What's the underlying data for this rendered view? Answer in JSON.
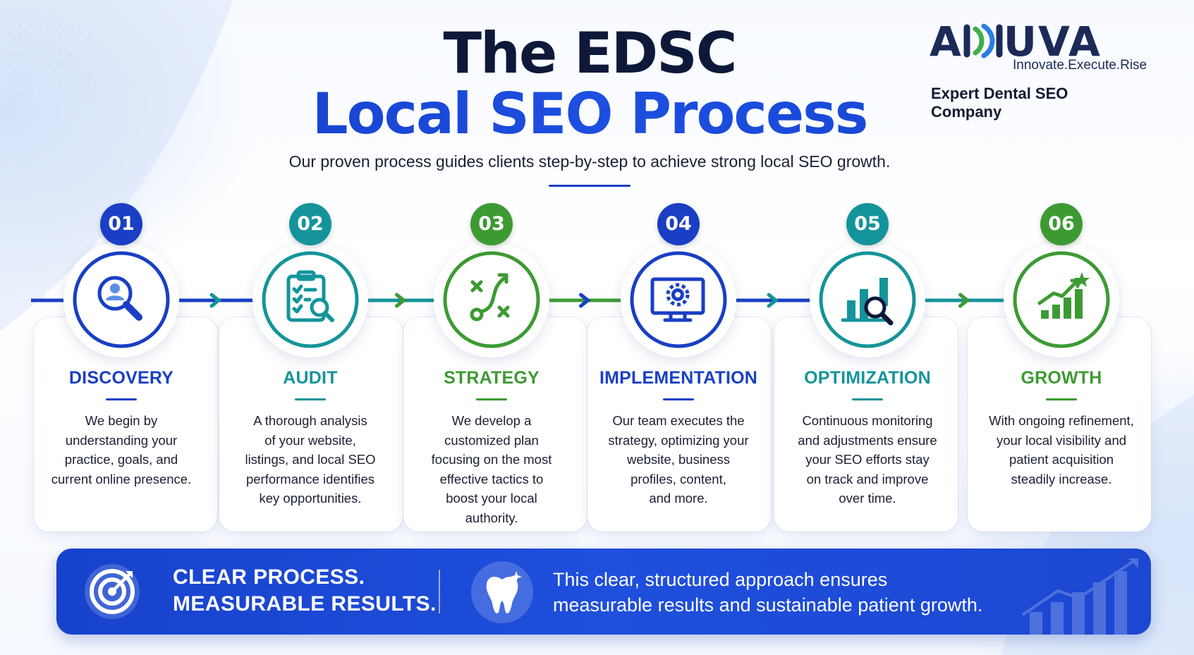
{
  "header": {
    "title_line1": "The EDSC",
    "title_line2": "Local SEO Process",
    "subtitle": "Our proven process guides clients step-by-step to achieve strong local SEO growth."
  },
  "logo": {
    "word_left": "A",
    "word_right": "UVA",
    "tagline": "Innovate.Execute.Rise",
    "company": "Expert Dental SEO Company"
  },
  "colors": {
    "blue": "#1a3fc4",
    "teal": "#14949a",
    "green": "#3d9a33",
    "navy": "#0e1838"
  },
  "steps": [
    {
      "number": "01",
      "title": "DISCOVERY",
      "icon": "search-user-icon",
      "color": "#1a3fc4",
      "lines": [
        "We begin by",
        "understanding your",
        "practice, goals, and",
        "current online presence."
      ]
    },
    {
      "number": "02",
      "title": "AUDIT",
      "icon": "clipboard-audit-icon",
      "color": "#14949a",
      "lines": [
        "A thorough analysis",
        "of your website,",
        "listings, and local SEO",
        "performance identifies",
        "key opportunities."
      ]
    },
    {
      "number": "03",
      "title": "STRATEGY",
      "icon": "strategy-play-icon",
      "color": "#3d9a33",
      "lines": [
        "We develop a",
        "customized plan",
        "focusing on the most",
        "effective tactics to",
        "boost your local",
        "authority."
      ]
    },
    {
      "number": "04",
      "title": "IMPLEMENTATION",
      "icon": "monitor-gear-icon",
      "color": "#1a3fc4",
      "lines": [
        "Our team executes the",
        "strategy, optimizing your",
        "website, business",
        "profiles, content,",
        "and more."
      ]
    },
    {
      "number": "05",
      "title": "OPTIMIZATION",
      "icon": "chart-magnifier-icon",
      "color": "#14949a",
      "lines": [
        "Continuous monitoring",
        "and adjustments ensure",
        "your SEO efforts stay",
        "on track and improve",
        "over time."
      ]
    },
    {
      "number": "06",
      "title": "GROWTH",
      "icon": "growth-star-icon",
      "color": "#3d9a33",
      "lines": [
        "With ongoing refinement,",
        "your local visibility and",
        "patient acquisition",
        "steadily increase."
      ]
    }
  ],
  "banner": {
    "left_line1": "CLEAR PROCESS.",
    "left_line2": "MEASURABLE RESULTS.",
    "right_line1": "This clear, structured approach ensures",
    "right_line2": "measurable results and sustainable patient growth.",
    "left_icon": "target-icon",
    "right_icon": "tooth-icon"
  }
}
